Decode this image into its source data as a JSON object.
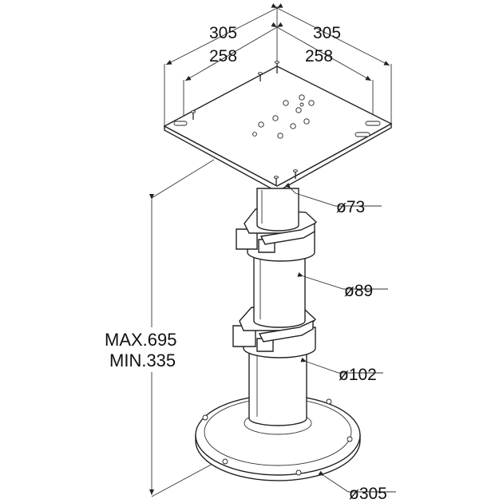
{
  "dimensions": {
    "plate_outer_left": "305",
    "plate_outer_right": "305",
    "plate_inner_left": "258",
    "plate_inner_right": "258",
    "tube_top": "ø73",
    "tube_middle": "ø89",
    "tube_bottom": "ø102",
    "base": "ø305",
    "height_max": "MAX.695",
    "height_min": "MIN.335"
  }
}
